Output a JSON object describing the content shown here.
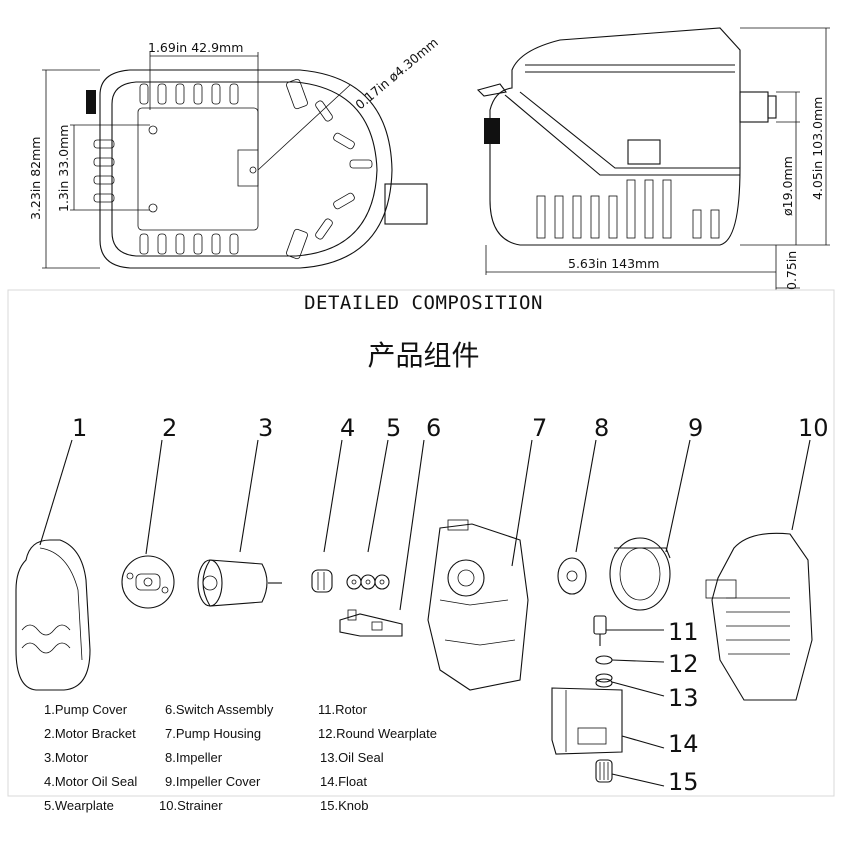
{
  "dimensions": {
    "top_width": "1.69in  42.9mm",
    "inlet_diameter": "0.17in  ø4.30mm",
    "height_left": "3.23in  82mm",
    "hole_spacing": "1.3in  33.0mm",
    "length": "5.63in  143mm",
    "outlet_diameter": "ø19.0mm",
    "height_right": "4.05in  103.0mm",
    "base_offset": "0.75in"
  },
  "heading": {
    "english": "DETAILED COMPOSITION",
    "chinese": "产品组件"
  },
  "callout_numbers": [
    "1",
    "2",
    "3",
    "4",
    "5",
    "6",
    "7",
    "8",
    "9",
    "10",
    "11",
    "12",
    "13",
    "14",
    "15"
  ],
  "parts": [
    "1.Pump Cover",
    "2.Motor Bracket",
    "3.Motor",
    "4.Motor Oil Seal",
    "5.Wearplate",
    "6.Switch Assembly",
    "7.Pump Housing",
    "8.Impeller",
    "9.Impeller Cover",
    "10.Strainer",
    "11.Rotor",
    "12.Round Wearplate",
    "13.Oil Seal",
    "14.Float",
    "15.Knob"
  ]
}
